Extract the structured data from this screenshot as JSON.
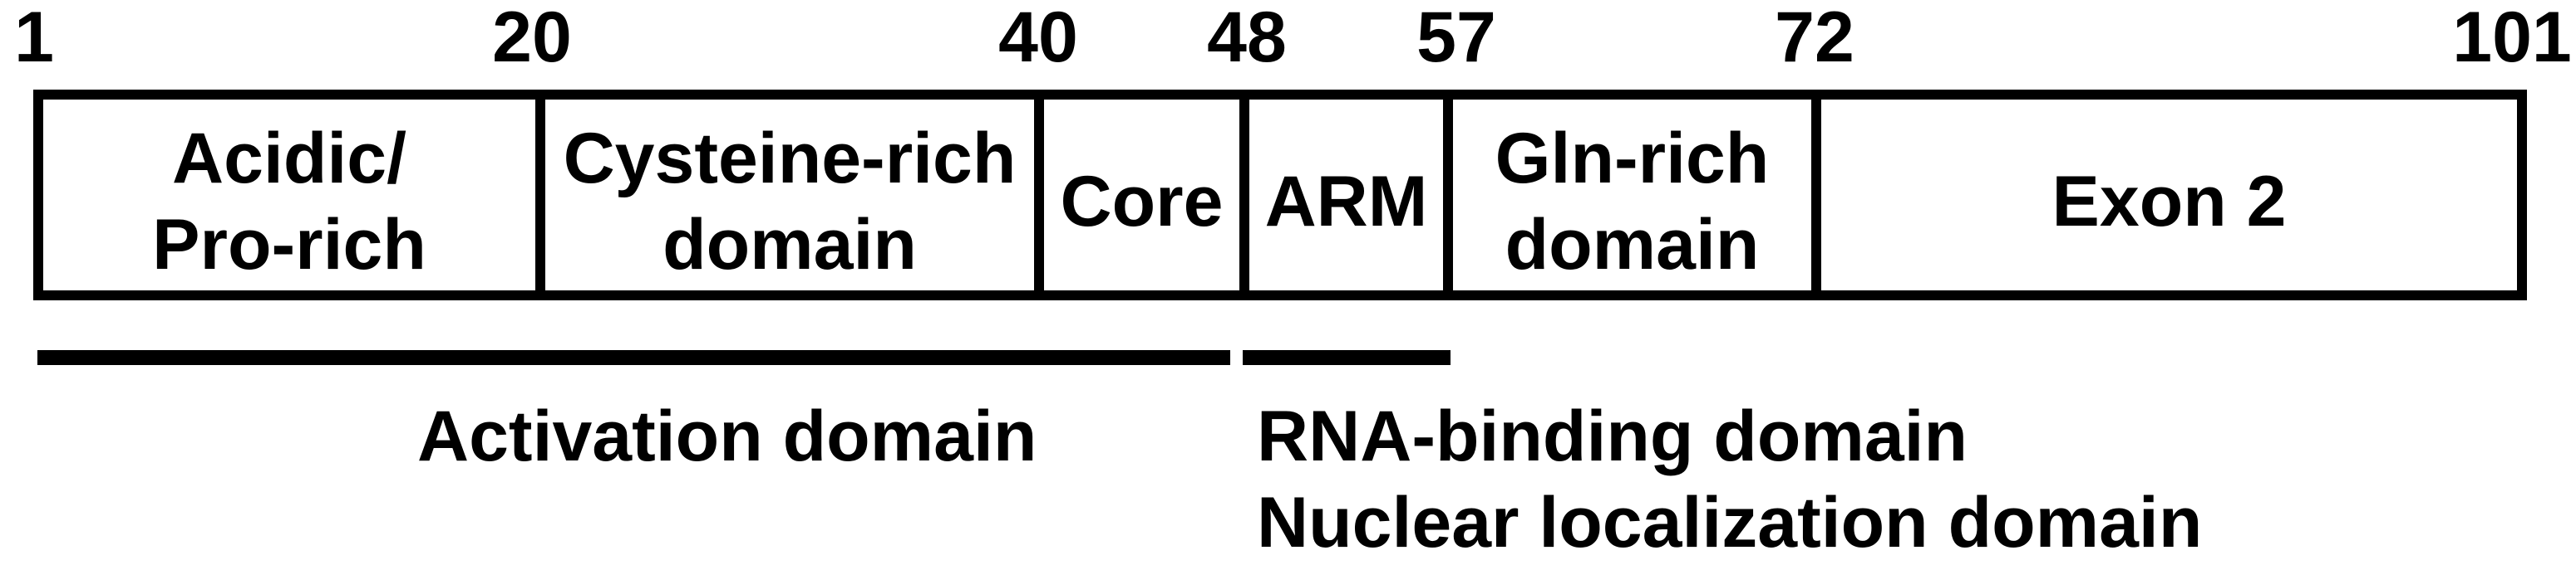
{
  "scale": {
    "ticks": [
      "1",
      "20",
      "40",
      "48",
      "57",
      "72",
      "101"
    ]
  },
  "segments": [
    {
      "id": "acidic-pro-rich",
      "line1": "Acidic/",
      "line2": "Pro-rich"
    },
    {
      "id": "cysteine-rich-domain",
      "line1": "Cysteine-rich",
      "line2": "domain"
    },
    {
      "id": "core",
      "line1": "Core"
    },
    {
      "id": "arm",
      "line1": "ARM"
    },
    {
      "id": "gln-rich-domain",
      "line1": "Gln-rich",
      "line2": "domain"
    },
    {
      "id": "exon-2",
      "line1": "Exon 2"
    }
  ],
  "annotations": {
    "activation_label": "Activation domain",
    "rna_binding_label": "RNA-binding domain",
    "nuclear_localization_label": "Nuclear localization domain"
  },
  "colors": {
    "ink": "#000000",
    "background": "#ffffff"
  }
}
